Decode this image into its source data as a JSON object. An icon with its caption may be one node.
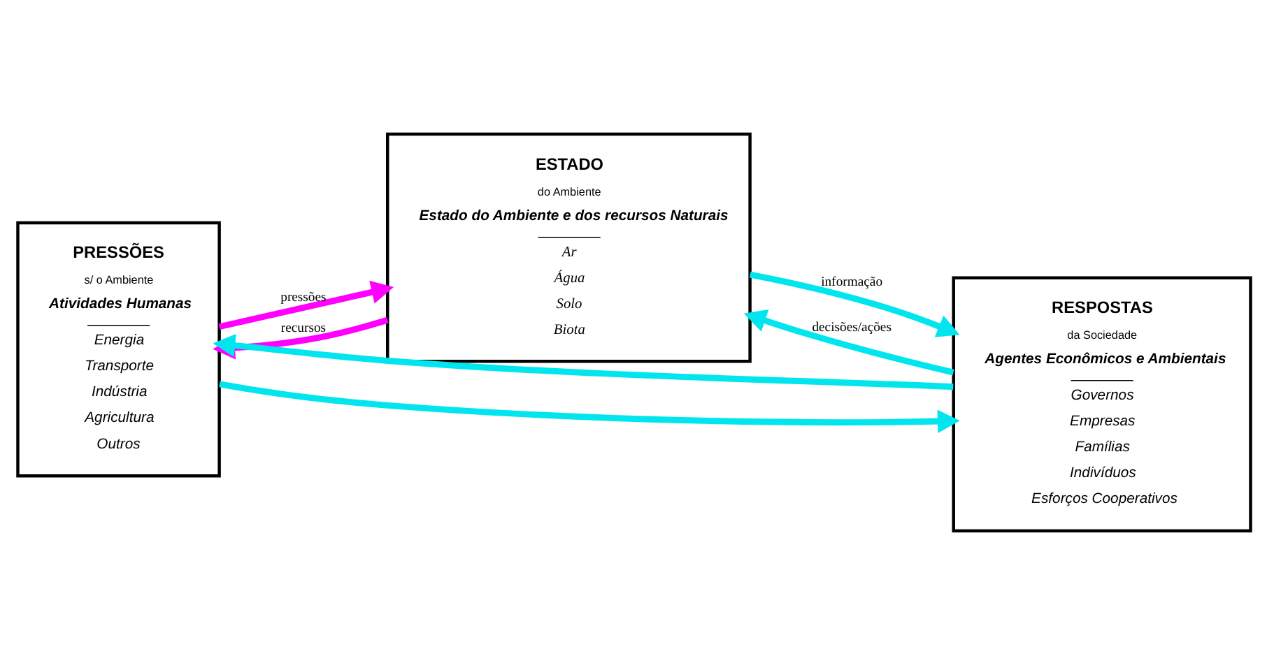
{
  "diagram": {
    "nodes": [
      {
        "text": [
          "PRESSÕES",
          "s/ o Ambiente",
          "Atividades Humanas",
          "Energia",
          "Transporte",
          "Indústria",
          "Agricultura",
          "Outros"
        ]
      },
      {
        "text": [
          "ESTADO",
          "do Ambiente",
          "Estado do Ambiente e dos recursos Naturais",
          "Ar",
          "Água",
          "Solo",
          "Biota"
        ]
      },
      {
        "text": [
          "RESPOSTAS",
          "da Sociedade",
          "Agentes Econômicos e Ambientais",
          "Governos",
          "Empresas",
          "Famílias",
          "Indivíduos",
          "Esforços Cooperativos"
        ]
      }
    ],
    "edges": [
      {
        "from": 0,
        "to": 2,
        "arrow": "to"
      },
      {
        "from": 0,
        "to": 1,
        "arrow": "to",
        "label": "pressões",
        "color": "#ff00ff"
      },
      {
        "from": 1,
        "to": 0,
        "arrow": "to",
        "label": "recursos",
        "color": "#ff00ff"
      },
      {
        "from": 1,
        "to": 2,
        "arrow": "to",
        "label": "informação"
      },
      {
        "from": 2,
        "to": 1,
        "arrow": "to",
        "label": "decisões/ações"
      },
      {
        "from": 2,
        "to": 0,
        "arrow": "to"
      }
    ]
  }
}
